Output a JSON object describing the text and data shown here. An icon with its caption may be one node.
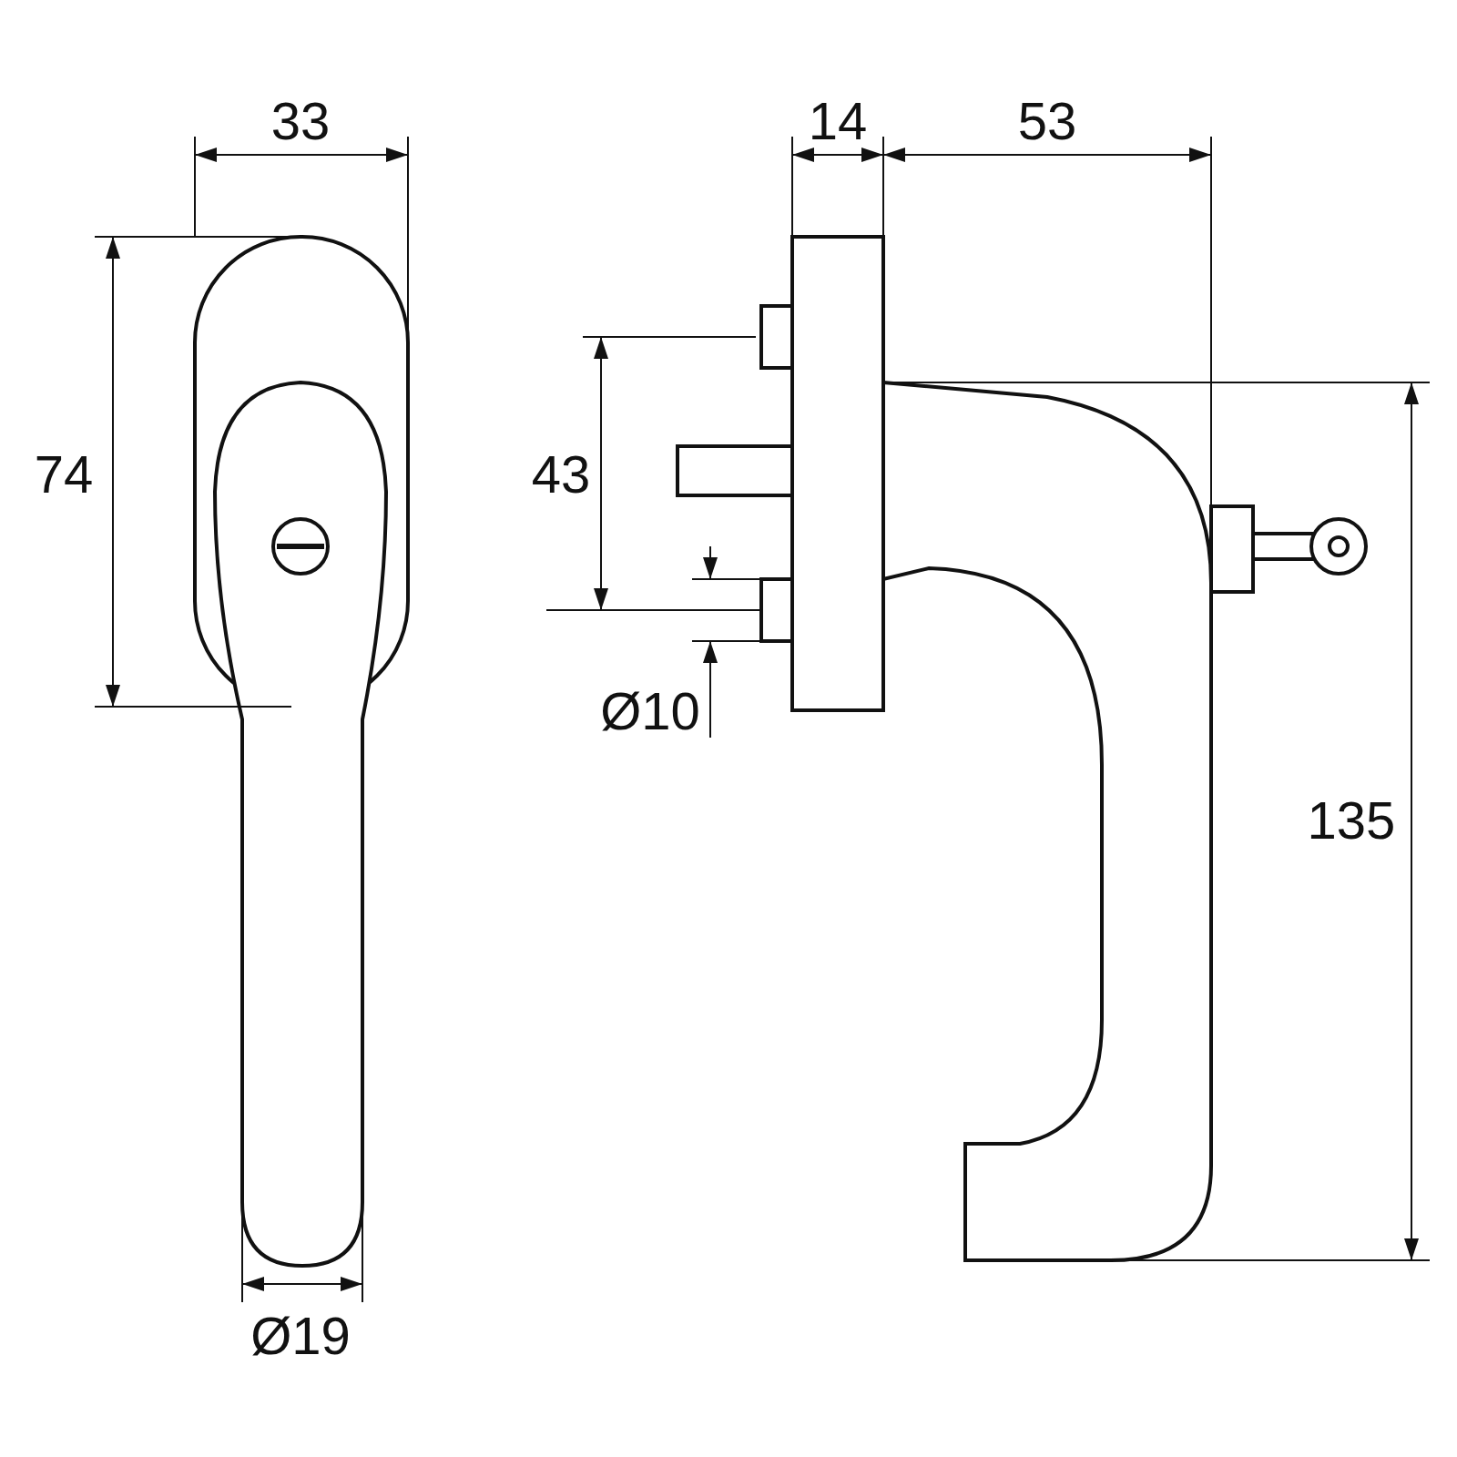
{
  "diagram": {
    "labels": [
      "33",
      "74",
      "Ø19",
      "14",
      "53",
      "43",
      "Ø10",
      "135"
    ]
  }
}
